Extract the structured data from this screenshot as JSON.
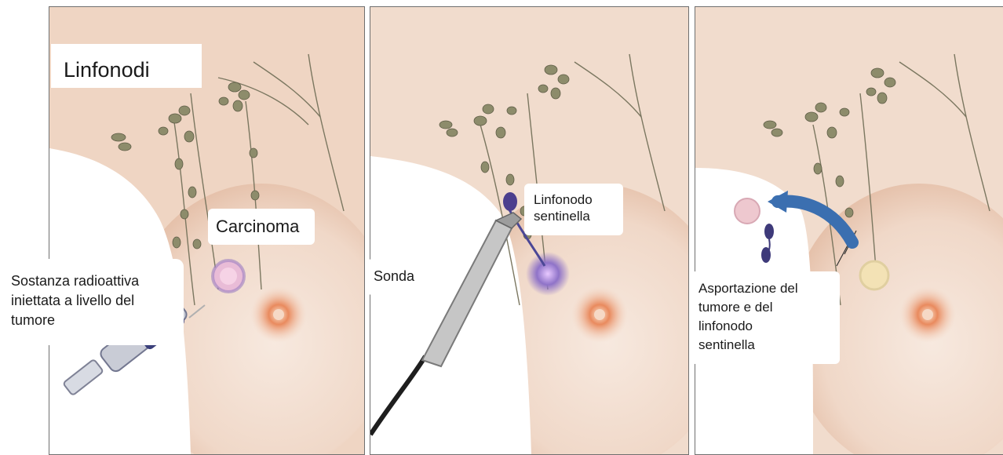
{
  "labels": {
    "linfonodi": "Linfonodi",
    "carcinoma": "Carcinoma",
    "sostanza_line1": "Sostanza radioattiva",
    "sostanza_line2": "iniettata a livello del",
    "sostanza_line3": "tumore",
    "sonda": "Sonda",
    "linfonodo_line1": "Linfonodo",
    "linfonodo_line2": "sentinella",
    "asport_line1": "Asportazione del",
    "asport_line2": "tumore e del",
    "asport_line3": "linfonodo",
    "asport_line4": "sentinella"
  },
  "colors": {
    "skin": "#f3e3d7",
    "skin_shadow": "#e6c1a8",
    "lymph_node": "#8c8c6a",
    "lymph_vessel": "#6f6c55",
    "nipple": "#d86f4a",
    "tumor": "#e8b8d6",
    "probe_tip": "#5a4d9a",
    "arrow": "#3b6fb0"
  }
}
